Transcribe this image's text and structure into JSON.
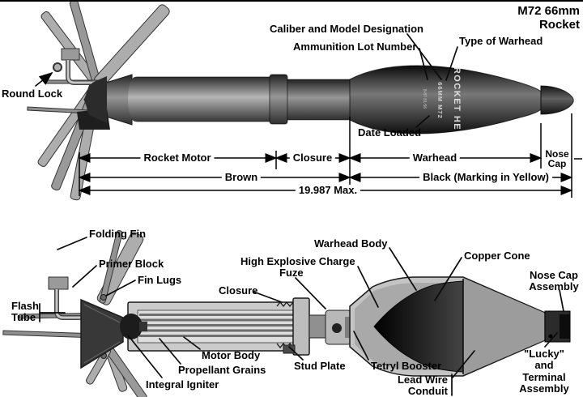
{
  "page": {
    "title": "M72 66mm Rocket"
  },
  "colors": {
    "ink": "#000000",
    "paper": "#ffffff",
    "body_dark": "#111111",
    "body_light": "#b5b5b5"
  },
  "top_view": {
    "callouts": {
      "caliber": "Caliber and Model Designation",
      "ammo_lot": "Ammunition Lot Number",
      "warhead_type": "Type of Warhead",
      "round_lock": "Round Lock",
      "date_loaded": "Date Loaded"
    },
    "markings": {
      "main": "ROCKET HE",
      "model": "66MM M72",
      "lot": "8-87  81-56"
    },
    "dimensions": {
      "rocket_motor": "Rocket Motor",
      "closure": "Closure",
      "warhead": "Warhead",
      "nose_cap": "Nose\nCap",
      "brown": "Brown",
      "black_marking": "Black (Marking in Yellow)",
      "overall": "19.987 Max."
    }
  },
  "bottom_view": {
    "callouts": {
      "folding_fin": "Folding Fin",
      "primer_block": "Primer Block",
      "fin_lugs": "Fin Lugs",
      "flash_tube": "Flash\nTube",
      "closure": "Closure",
      "high_explosive": "High Explosive Charge",
      "fuze": "Fuze",
      "warhead_body": "Warhead Body",
      "copper_cone": "Copper Cone",
      "nose_cap_assembly": "Nose Cap\nAssembly",
      "stud_plate": "Stud Plate",
      "tetryl_booster": "Tetryl Booster",
      "lead_wire_conduit": "Lead Wire\nConduit",
      "lucky_terminal": "\"Lucky\"\nand\nTerminal\nAssembly",
      "motor_body": "Motor Body",
      "propellant_grains": "Propellant Grains",
      "integral_igniter": "Integral Igniter"
    }
  }
}
